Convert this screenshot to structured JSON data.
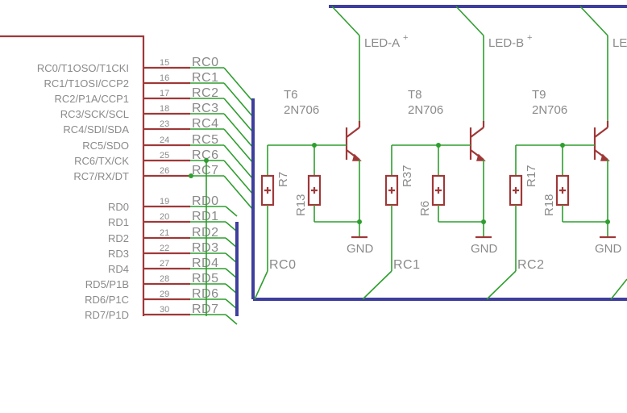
{
  "mcu": {
    "pins_c": [
      {
        "name": "RC0/T1OSO/T1CKI",
        "num": "15",
        "net": "RC0"
      },
      {
        "name": "RC1/T1OSI/CCP2",
        "num": "16",
        "net": "RC1"
      },
      {
        "name": "RC2/P1A/CCP1",
        "num": "17",
        "net": "RC2"
      },
      {
        "name": "RC3/SCK/SCL",
        "num": "18",
        "net": "RC3"
      },
      {
        "name": "RC4/SDI/SDA",
        "num": "23",
        "net": "RC4"
      },
      {
        "name": "RC5/SDO",
        "num": "24",
        "net": "RC5"
      },
      {
        "name": "RC6/TX/CK",
        "num": "25",
        "net": "RC6"
      },
      {
        "name": "RC7/RX/DT",
        "num": "26",
        "net": "RC7"
      }
    ],
    "pins_d": [
      {
        "name": "RD0",
        "num": "19",
        "net": "RD0"
      },
      {
        "name": "RD1",
        "num": "20",
        "net": "RD1"
      },
      {
        "name": "RD2",
        "num": "21",
        "net": "RD2"
      },
      {
        "name": "RD3",
        "num": "22",
        "net": "RD3"
      },
      {
        "name": "RD4",
        "num": "27",
        "net": "RD4"
      },
      {
        "name": "RD5/P1B",
        "num": "28",
        "net": "RD5"
      },
      {
        "name": "RD6/P1C",
        "num": "29",
        "net": "RD6"
      },
      {
        "name": "RD7/P1D",
        "num": "30",
        "net": "RD7"
      }
    ]
  },
  "drivers": [
    {
      "transistor": "T6",
      "model": "2N706",
      "r_base": "R7",
      "r_pull": "R13",
      "led": "LED-A",
      "net": "RC0",
      "gnd": "GND"
    },
    {
      "transistor": "T8",
      "model": "2N706",
      "r_base": "R37",
      "r_pull": "R6",
      "led": "LED-B",
      "net": "RC1",
      "gnd": "GND"
    },
    {
      "transistor": "T9",
      "model": "2N706",
      "r_base": "R17",
      "r_pull": "R18",
      "led": "LED-",
      "net": "RC2",
      "gnd": "GND"
    }
  ],
  "led_plus": "+",
  "colors": {
    "wire": "#2e9e2e",
    "bus": "#3e3e9e",
    "part": "#a03838",
    "text": "#8a8a8a"
  }
}
